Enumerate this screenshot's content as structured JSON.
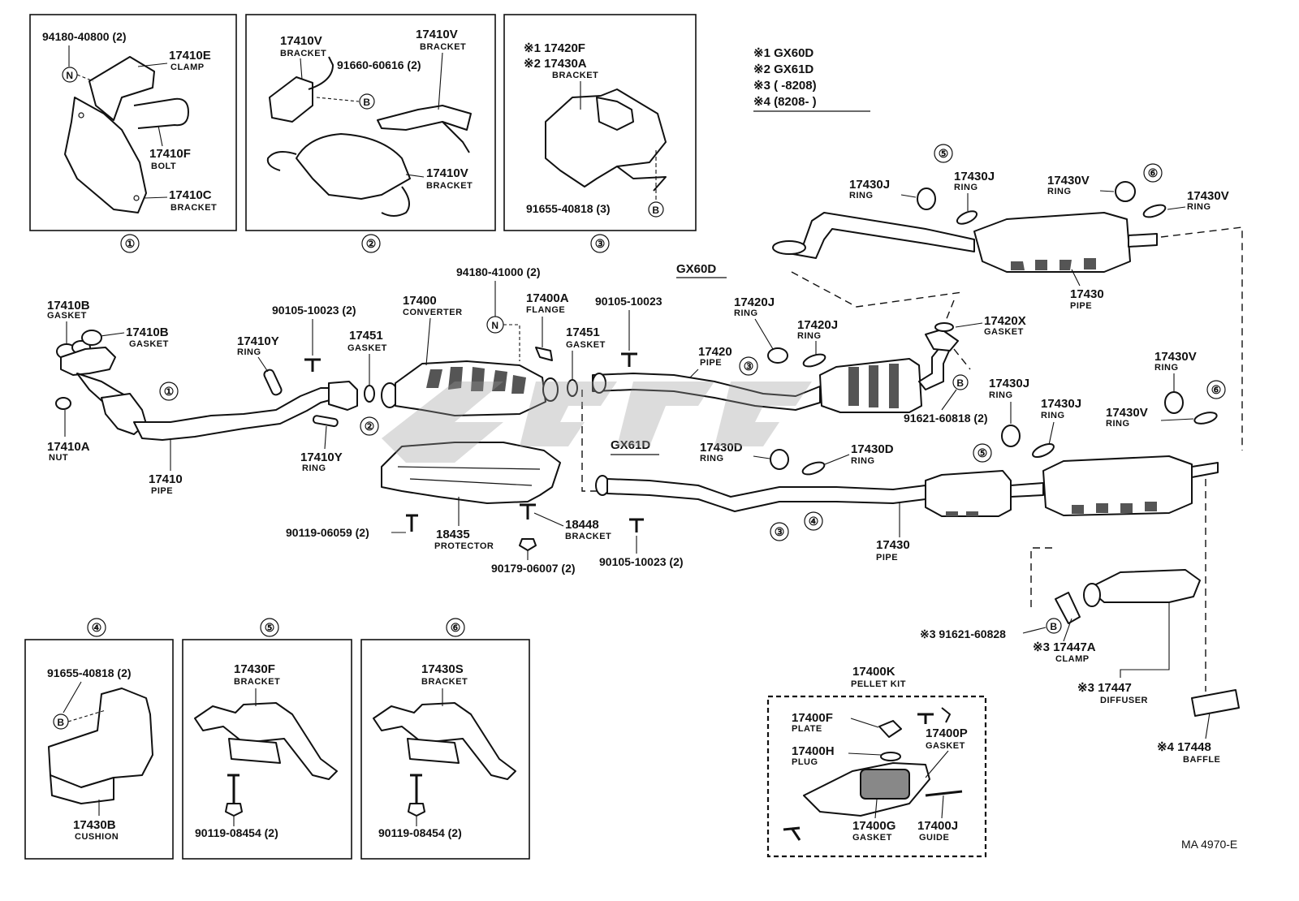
{
  "variants": {
    "v1": "※1 GX60D",
    "v2": "※2 GX61D",
    "v3": "※3 (      -8208)",
    "v4": "※4 (8208-       )"
  },
  "model_labels": {
    "gx60d": "GX60D",
    "gx61d": "GX61D"
  },
  "footer_code": "MA  4970-E",
  "section_numbers": [
    "①",
    "②",
    "③",
    "④",
    "⑤",
    "⑥"
  ],
  "box1": {
    "bolt_ref": "94180-40800 (2)",
    "n_marker": "N",
    "clamp": {
      "pn": "17410E",
      "name": "CLAMP"
    },
    "bolt": {
      "pn": "17410F",
      "name": "BOLT"
    },
    "bracket": {
      "pn": "17410C",
      "name": "BRACKET"
    }
  },
  "box2": {
    "bracket_a": {
      "pn": "17410V",
      "name": "BRACKET"
    },
    "bracket_b": {
      "pn": "17410V",
      "name": "BRACKET"
    },
    "bracket_c": {
      "pn": "17410V",
      "name": "BRACKET"
    },
    "bolt_ref": "91660-60616 (2)",
    "b_marker": "B"
  },
  "box3": {
    "line1": "※1 17420F",
    "line2": "※2 17430A",
    "name": "BRACKET",
    "bolt_ref": "91655-40818 (3)",
    "b_marker": "B"
  },
  "main": {
    "p17410b_1": {
      "pn": "17410B",
      "name": "GASKET"
    },
    "p17410b_2": {
      "pn": "17410B",
      "name": "GASKET"
    },
    "p17410a": {
      "pn": "17410A",
      "name": "NUT"
    },
    "p17410": {
      "pn": "17410",
      "name": "PIPE"
    },
    "bolt_90105_a": "90105-10023 (2)",
    "p17410y_1": {
      "pn": "17410Y",
      "name": "RING"
    },
    "p17410y_2": {
      "pn": "17410Y",
      "name": "RING"
    },
    "p17451_1": {
      "pn": "17451",
      "name": "GASKET"
    },
    "p17400": {
      "pn": "17400",
      "name": "CONVERTER"
    },
    "bolt_94180": "94180-41000 (2)",
    "p17400a": {
      "pn": "17400A",
      "name": "FLANGE"
    },
    "p17451_2": {
      "pn": "17451",
      "name": "GASKET"
    },
    "bolt_90105_b": "90105-10023",
    "p17420": {
      "pn": "17420",
      "name": "PIPE"
    },
    "p17420j_1": {
      "pn": "17420J",
      "name": "RING"
    },
    "p17420j_2": {
      "pn": "17420J",
      "name": "RING"
    },
    "p17420x": {
      "pn": "17420X",
      "name": "GASKET"
    },
    "bolt_91621_a": "91621-60818 (2)",
    "p17430j_1": {
      "pn": "17430J",
      "name": "RING"
    },
    "p17430j_2": {
      "pn": "17430J",
      "name": "RING"
    },
    "p17430v_1": {
      "pn": "17430V",
      "name": "RING"
    },
    "p17430v_2": {
      "pn": "17430V",
      "name": "RING"
    },
    "p17430_1": {
      "pn": "17430",
      "name": "PIPE"
    },
    "p17430j_3": {
      "pn": "17430J",
      "name": "RING"
    },
    "p17430j_4": {
      "pn": "17430J",
      "name": "RING"
    },
    "p17430v_3": {
      "pn": "17430V",
      "name": "RING"
    },
    "p17430v_4": {
      "pn": "17430V",
      "name": "RING"
    },
    "p17430d_1": {
      "pn": "17430D",
      "name": "RING"
    },
    "p17430d_2": {
      "pn": "17430D",
      "name": "RING"
    },
    "p17430_2": {
      "pn": "17430",
      "name": "PIPE"
    },
    "p18435": {
      "pn": "18435",
      "name": "PROTECTOR"
    },
    "bolt_90119_06059": "90119-06059 (2)",
    "p18448": {
      "pn": "18448",
      "name": "BRACKET"
    },
    "bolt_90179": "90179-06007 (2)",
    "bolt_90105_c": "90105-10023 (2)",
    "bolt_91621_b": "※3 91621-60828",
    "p17447a": {
      "pn": "※3 17447A",
      "name": "CLAMP"
    },
    "p17447": {
      "pn": "※3 17447",
      "name": "DIFFUSER"
    },
    "p17448": {
      "pn": "※4 17448",
      "name": "BAFFLE"
    }
  },
  "box4": {
    "bolt_ref": "91655-40818 (2)",
    "b_marker": "B",
    "cushion": {
      "pn": "17430B",
      "name": "CUSHION"
    }
  },
  "box5": {
    "bracket": {
      "pn": "17430F",
      "name": "BRACKET"
    },
    "bolt_ref": "90119-08454 (2)"
  },
  "box6": {
    "bracket": {
      "pn": "17430S",
      "name": "BRACKET"
    },
    "bolt_ref": "90119-08454 (2)"
  },
  "pellet_kit": {
    "kit": {
      "pn": "17400K",
      "name": "PELLET KIT"
    },
    "plate": {
      "pn": "17400F",
      "name": "PLATE"
    },
    "plug": {
      "pn": "17400H",
      "name": "PLUG"
    },
    "gasket_p": {
      "pn": "17400P",
      "name": "GASKET"
    },
    "gasket_g": {
      "pn": "17400G",
      "name": "GASKET"
    },
    "guide": {
      "pn": "17400J",
      "name": "GUIDE"
    }
  }
}
